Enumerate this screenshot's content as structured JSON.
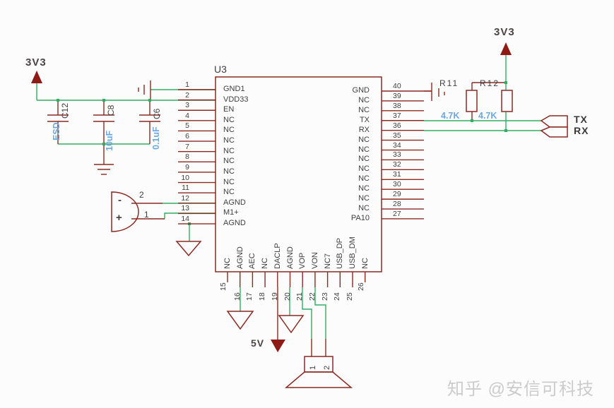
{
  "schematic": {
    "chip": {
      "designator": "U3",
      "left_pins": [
        {
          "num": "1",
          "name": "GND1"
        },
        {
          "num": "2",
          "name": "VDD33"
        },
        {
          "num": "3",
          "name": "EN"
        },
        {
          "num": "4",
          "name": "NC"
        },
        {
          "num": "5",
          "name": "NC"
        },
        {
          "num": "6",
          "name": "NC"
        },
        {
          "num": "7",
          "name": "NC"
        },
        {
          "num": "8",
          "name": "NC"
        },
        {
          "num": "9",
          "name": "NC"
        },
        {
          "num": "10",
          "name": "NC"
        },
        {
          "num": "11",
          "name": "NC"
        },
        {
          "num": "12",
          "name": "AGND"
        },
        {
          "num": "13",
          "name": "M1+"
        },
        {
          "num": "14",
          "name": "AGND"
        }
      ],
      "right_pins": [
        {
          "num": "40",
          "name": "GND"
        },
        {
          "num": "39",
          "name": "NC"
        },
        {
          "num": "38",
          "name": "NC"
        },
        {
          "num": "37",
          "name": "TX"
        },
        {
          "num": "36",
          "name": "RX"
        },
        {
          "num": "35",
          "name": "NC"
        },
        {
          "num": "34",
          "name": "NC"
        },
        {
          "num": "33",
          "name": "NC"
        },
        {
          "num": "32",
          "name": "NC"
        },
        {
          "num": "31",
          "name": "NC"
        },
        {
          "num": "30",
          "name": "NC"
        },
        {
          "num": "29",
          "name": "NC"
        },
        {
          "num": "28",
          "name": "NC"
        },
        {
          "num": "27",
          "name": "PA10"
        }
      ],
      "bottom_pins": [
        {
          "num": "15",
          "name": "NC"
        },
        {
          "num": "16",
          "name": "AGND"
        },
        {
          "num": "17",
          "name": "AEC"
        },
        {
          "num": "18",
          "name": "NC"
        },
        {
          "num": "19",
          "name": "DACLP"
        },
        {
          "num": "20",
          "name": "AGND"
        },
        {
          "num": "21",
          "name": "VOP"
        },
        {
          "num": "22",
          "name": "VON"
        },
        {
          "num": "23",
          "name": "NC7"
        },
        {
          "num": "24",
          "name": "USB_DP"
        },
        {
          "num": "25",
          "name": "USB_DM"
        },
        {
          "num": "26",
          "name": "NC"
        }
      ]
    },
    "power": {
      "rail_left": "3V3",
      "rail_right": "3V3",
      "v5": "5V"
    },
    "capacitors": [
      {
        "ref": "C12",
        "value": "ESD"
      },
      {
        "ref": "C8",
        "value": "10uF"
      },
      {
        "ref": "C6",
        "value": "0.1uF"
      }
    ],
    "resistors": [
      {
        "ref": "R11",
        "value": "4.7K"
      },
      {
        "ref": "R12",
        "value": "4.7K"
      }
    ],
    "connector": {
      "labels": [
        "TX",
        "RX"
      ]
    },
    "microphone": {
      "pin_top": "2",
      "pin_bottom": "1",
      "neg": "-",
      "pos": "+"
    },
    "speaker": {
      "pins": [
        "1",
        "2"
      ]
    },
    "watermark": "知乎 @安信可科技",
    "colors": {
      "wire_green": "#2fae60",
      "component_dark_red": "#8a2a22",
      "arrow_fill": "#8e1b15",
      "pin_text": "#3f3f3f",
      "value_blue": "#6fa8dc",
      "watermark_gray": "#cbcbcb",
      "background": "#fcfcfc"
    }
  }
}
